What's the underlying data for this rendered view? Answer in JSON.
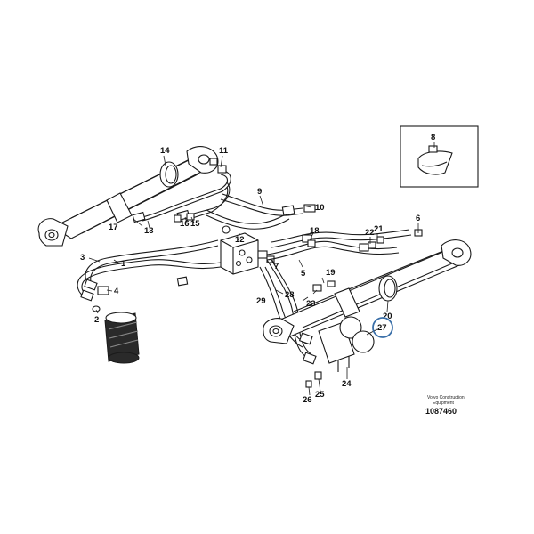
{
  "diagram": {
    "callouts": [
      "1",
      "2",
      "3",
      "4",
      "5",
      "6",
      "7",
      "8",
      "9",
      "10",
      "11",
      "12",
      "13",
      "14",
      "15",
      "16",
      "17",
      "18",
      "19",
      "20",
      "21",
      "22",
      "23",
      "24",
      "25",
      "26",
      "27",
      "28",
      "29"
    ],
    "highlight_callout": "27",
    "highlight_color": "#3a6fa8",
    "footer": {
      "company_line1": "Volvo Construction",
      "company_line2": "Equipment",
      "drawing_number": "1087460"
    }
  }
}
